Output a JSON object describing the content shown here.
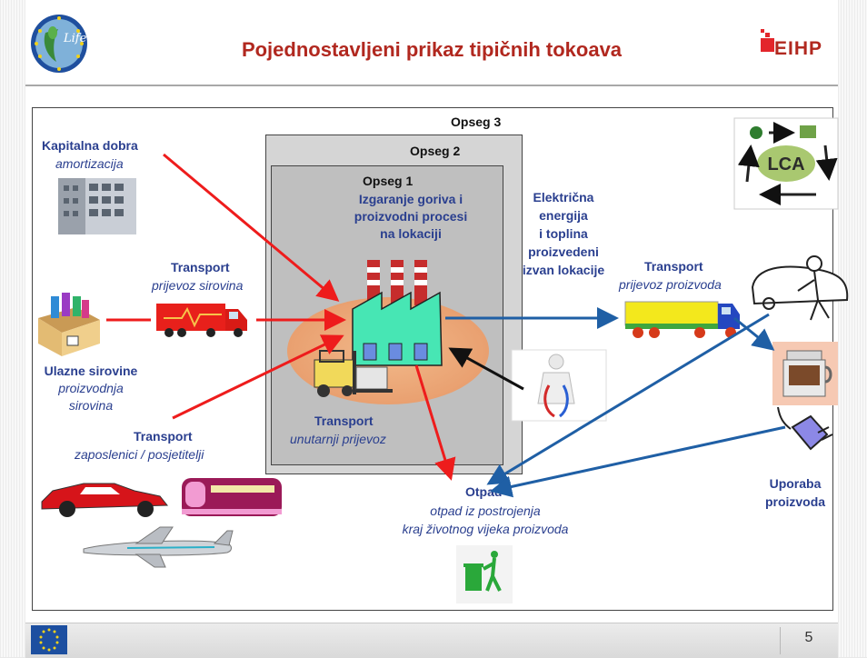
{
  "slide": {
    "title": "Pojednostavljeni prikaz tipičnih tokoava",
    "page_number": "5",
    "brand": "EIHP"
  },
  "scopes": {
    "scope3": "Opseg 3",
    "scope2": "Opseg 2",
    "scope1": "Opseg 1"
  },
  "labels": {
    "capital_goods_title": "Kapitalna dobra",
    "capital_goods_sub": "amortizacija",
    "combustion_line1": "Izgaranje goriva i",
    "combustion_line2": "proizvodni procesi",
    "combustion_line3": "na lokaciji",
    "electricity_line1": "Električna",
    "electricity_line2": "energija",
    "electricity_line3": "i toplina",
    "electricity_line4": "proizvedeni",
    "electricity_line5": "izvan lokacije",
    "transport_raw_title": "Transport",
    "transport_raw_sub": "prijevoz sirovina",
    "transport_product_title": "Transport",
    "transport_product_sub": "prijevoz proizvoda",
    "raw_materials_title": "Ulazne sirovine",
    "raw_materials_sub1": "proizvodnja",
    "raw_materials_sub2": "sirovina",
    "transport_staff_title": "Transport",
    "transport_staff_sub": "zaposlenici / posjetitelji",
    "transport_internal_title": "Transport",
    "transport_internal_sub": "unutarnji prijevoz",
    "waste_title": "Otpad",
    "waste_sub1": "otpad iz postrojenja",
    "waste_sub2": "kraj životnog vijeka proizvoda",
    "product_use_line1": "Uporaba",
    "product_use_line2": "proizvoda",
    "life_logo_text": "Life",
    "lca_text": "LCA"
  },
  "icons": [
    "life-logo-icon",
    "eihp-logo-icon",
    "building-icon",
    "box-icon",
    "truck-icon",
    "factory-icon",
    "forklift-icon",
    "plug-icon",
    "lca-cycle-icon",
    "car-icon",
    "train-icon",
    "airplane-icon",
    "waste-bin-icon",
    "coffee-maker-icon",
    "power-plug-icon",
    "eu-flag-icon"
  ],
  "colors": {
    "title": "#b1281f",
    "label_blue": "#2a3f8f",
    "arrow_red": "#ee1c1c",
    "arrow_blue": "#1f5fa5",
    "arrow_black": "#111111"
  }
}
